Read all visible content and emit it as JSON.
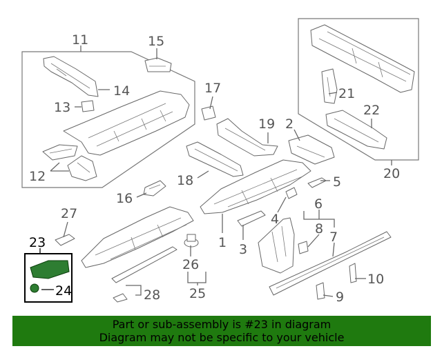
{
  "callouts": {
    "c1": "1",
    "c2": "2",
    "c3": "3",
    "c4": "4",
    "c5": "5",
    "c6": "6",
    "c7": "7",
    "c8": "8",
    "c9": "9",
    "c10": "10",
    "c11": "11",
    "c12": "12",
    "c13": "13",
    "c14": "14",
    "c15": "15",
    "c16": "16",
    "c17": "17",
    "c18": "18",
    "c19": "19",
    "c20": "20",
    "c21": "21",
    "c22": "22",
    "c23": "23",
    "c24": "24",
    "c25": "25",
    "c26": "26",
    "c27": "27",
    "c28": "28"
  },
  "highlight": {
    "part": "23",
    "color": "#2e7d32"
  },
  "banner": {
    "line1": "Part or sub-assembly is #23 in diagram",
    "line2": "Diagram may not be specific to your vehicle",
    "background": "#1f7a0f"
  }
}
